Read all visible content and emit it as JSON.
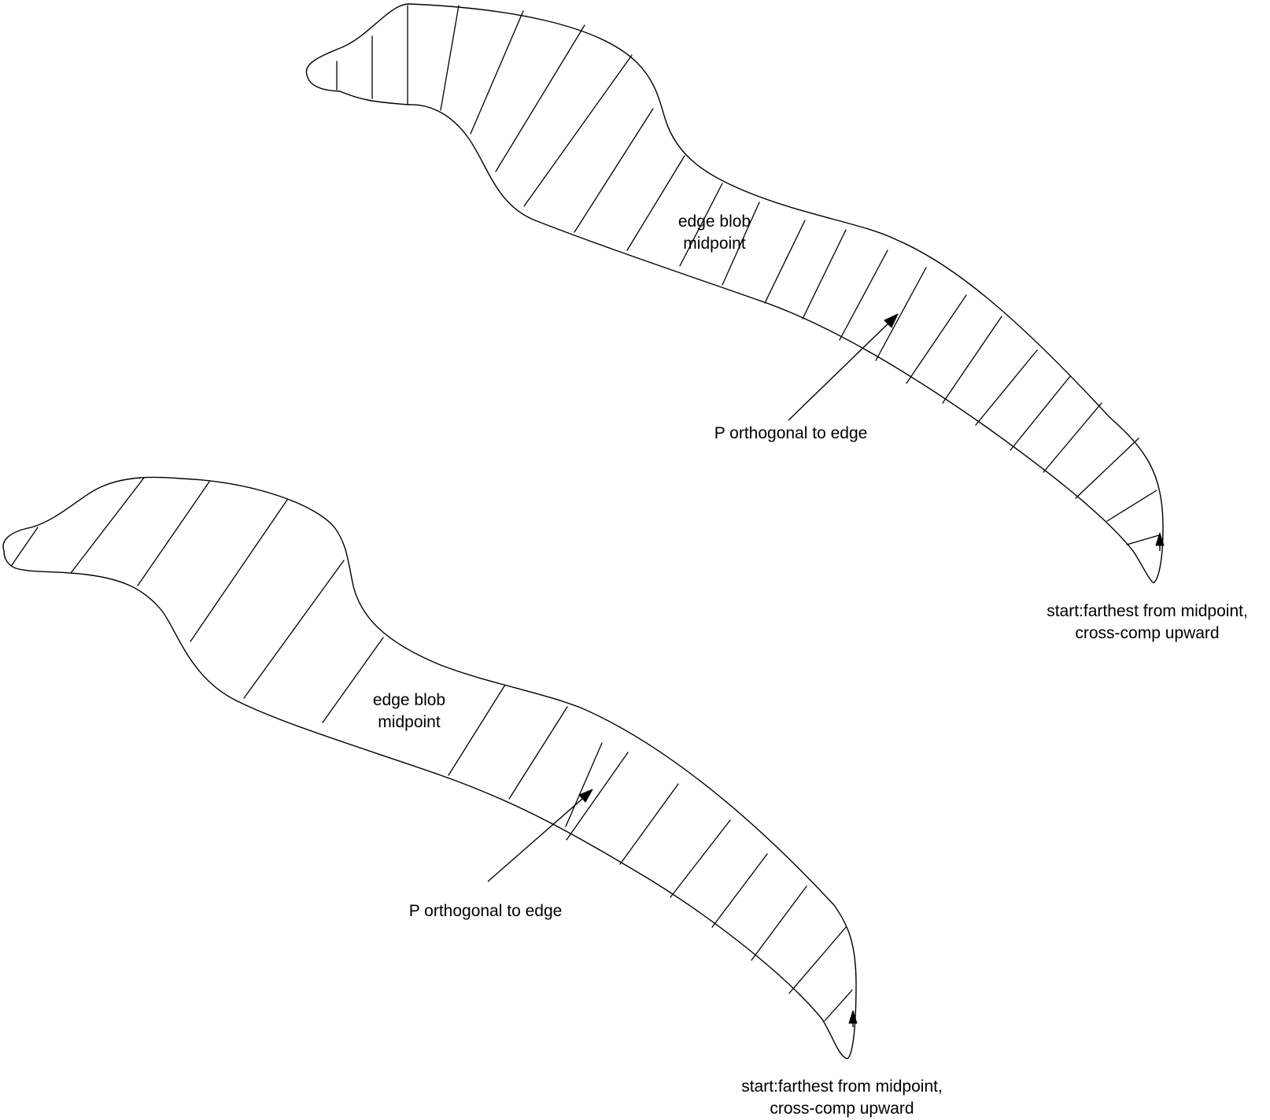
{
  "colors": {
    "stroke": "#000000",
    "background": "#ffffff"
  },
  "blobs": [
    {
      "midpoint_label": [
        "edge blob",
        "midpoint"
      ],
      "orthogonal_label": "P orthogonal to edge",
      "start_label": [
        "start:farthest from midpoint,",
        "cross-comp upward"
      ]
    },
    {
      "midpoint_label": [
        "edge blob",
        "midpoint"
      ],
      "orthogonal_label": "P orthogonal to edge",
      "start_label": [
        "start:farthest from midpoint,",
        "cross-comp upward"
      ]
    }
  ]
}
